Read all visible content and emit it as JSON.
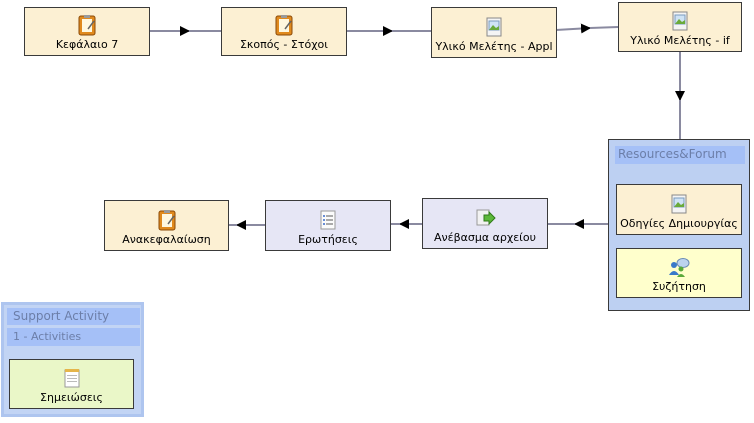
{
  "nodes": {
    "kefalaio": "Κεφάλαιο 7",
    "skopos": "Σκοπός - Στόχοι",
    "yliko_appl": "Υλικό Μελέτης - Appl",
    "yliko_if": "Υλικό Μελέτης - if",
    "odigies": "Οδηγίες Δημιουργίας",
    "syzitisi": "Συζήτηση",
    "anevasma": "Ανέβασμα αρχείου",
    "erotiseis": "Ερωτήσεις",
    "anakefalaiosi": "Ανακεφαλαίωση",
    "simeioseis": "Σημειώσεις"
  },
  "groups": {
    "resources_title": "Resources&Forum",
    "support_title": "Support Activity",
    "support_subtitle": "1 - Activities"
  },
  "colors": {
    "activity_fill": "#fcf0d3",
    "tool_fill": "#e6e6f5",
    "group_fill": "#bdd0f2",
    "group_header": "#a5c0f7",
    "edge": "#8a8aa0"
  }
}
